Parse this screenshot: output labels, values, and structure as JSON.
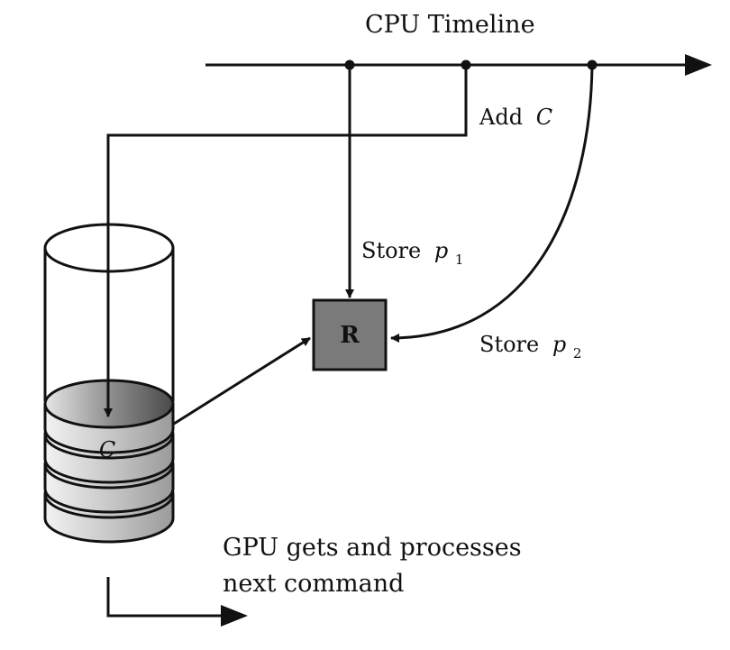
{
  "timeline_label": "CPU Timeline",
  "add_label": {
    "text": "Add",
    "var": "C"
  },
  "store_p1": {
    "text": "Store",
    "var": "p",
    "sub": "1"
  },
  "store_p2": {
    "text": "Store",
    "var": "p",
    "sub": "2"
  },
  "register_label": "R",
  "command_label": "C",
  "gpu_caption_line1": "GPU gets and processes",
  "gpu_caption_line2": "next command",
  "colors": {
    "line": "#111111",
    "register_fill": "#7a7a7a",
    "disk_light": "#e8e8e8",
    "disk_dark": "#8a8a8a"
  }
}
